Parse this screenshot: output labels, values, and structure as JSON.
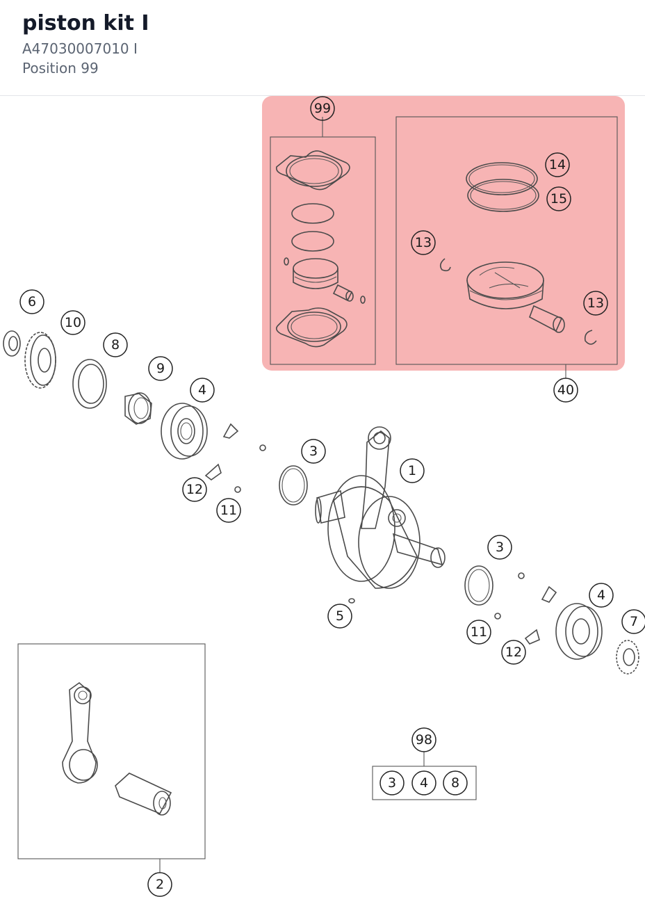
{
  "header": {
    "title": "piston kit I",
    "part_number": "A47030007010 I",
    "position": "Position 99"
  },
  "highlight": {
    "color": "#f7b4b4",
    "position": "99"
  },
  "callouts": {
    "c99": "99",
    "c40": "40",
    "c14": "14",
    "c15": "15",
    "c13a": "13",
    "c13b": "13",
    "c6": "6",
    "c10": "10",
    "c8": "8",
    "c9": "9",
    "c4a": "4",
    "c3a": "3",
    "c1": "1",
    "c12a": "12",
    "c11a": "11",
    "c3b": "3",
    "c4b": "4",
    "c7": "7",
    "c5": "5",
    "c11b": "11",
    "c12b": "12",
    "c98": "98",
    "c98_3": "3",
    "c98_4": "4",
    "c98_8": "8",
    "c2": "2"
  }
}
